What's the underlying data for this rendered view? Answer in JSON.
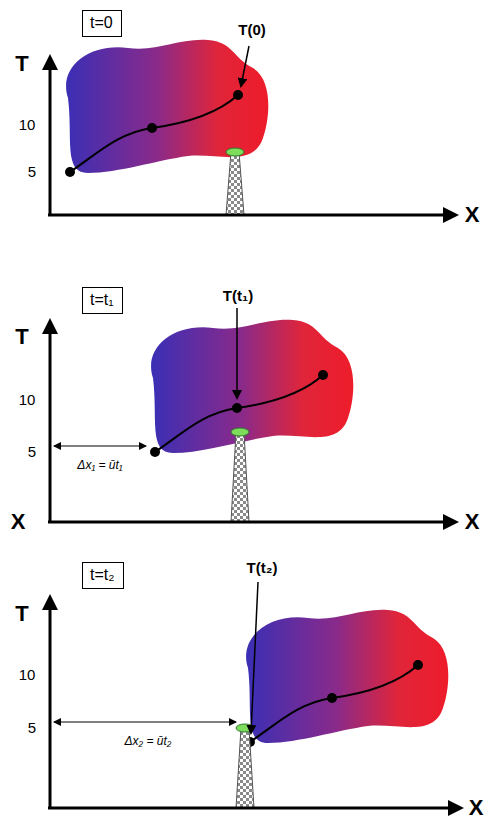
{
  "diagram": {
    "nodes": [
      {
        "text": [
          "t=0"
        ]
      },
      {
        "text": [
          "t=t₁"
        ]
      },
      {
        "text": [
          "t=t₂"
        ]
      }
    ],
    "labels": [
      "T",
      "10",
      "5",
      "X",
      "T(0)",
      "T",
      "10",
      "5",
      "X",
      "X",
      "T(t₁)",
      "Δx₁ = ūt₁",
      "T",
      "10",
      "5",
      "X",
      "T(t₂)",
      "Δx₂ = ūt₂"
    ]
  }
}
